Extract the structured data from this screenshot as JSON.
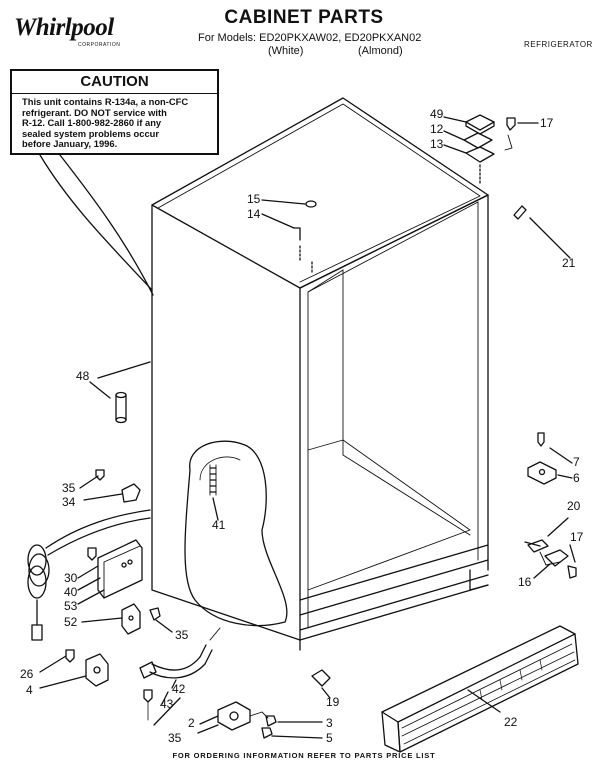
{
  "header": {
    "brand": "Whirlpool",
    "brand_sub": "CORPORATION",
    "title": "CABINET PARTS",
    "models_line": "For Models: ED20PKXAW02, ED20PKXAN02",
    "color_white": "(White)",
    "color_almond": "(Almond)",
    "category": "REFRIGERATOR"
  },
  "caution": {
    "heading": "CAUTION",
    "lines": [
      "This unit contains R-134a, a non-CFC",
      "refrigerant. DO NOT service with",
      "R-12. Call 1-800-982-2860 if any",
      "sealed system problems occur",
      "before January, 1996."
    ]
  },
  "callouts": {
    "n49": "49",
    "n12": "12",
    "n13": "13",
    "n17a": "17",
    "n15": "15",
    "n14": "14",
    "n21": "21",
    "n48": "48",
    "n7": "7",
    "n6": "6",
    "n35a": "35",
    "n34": "34",
    "n41": "41",
    "n20": "20",
    "n17b": "17",
    "n16": "16",
    "n30": "30",
    "n40": "40",
    "n53": "53",
    "n52": "52",
    "n35b": "35",
    "n26": "26",
    "n4b": "4",
    "n42": "42",
    "n43": "43",
    "n19": "19",
    "n2": "2",
    "n3": "3",
    "n5": "5",
    "n35c": "35",
    "n22": "22"
  },
  "footer": "FOR ORDERING INFORMATION REFER TO PARTS PRICE LIST"
}
